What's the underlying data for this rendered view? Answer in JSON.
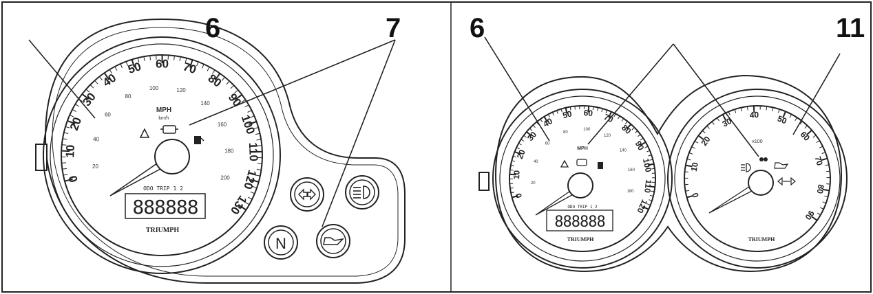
{
  "callouts": {
    "left_6": "6",
    "left_7": "7",
    "right_6": "6",
    "right_11": "11"
  },
  "speedo_single": {
    "outer_scale": [
      "0",
      "10",
      "20",
      "30",
      "40",
      "50",
      "60",
      "70",
      "80",
      "90",
      "100",
      "110",
      "120",
      "130"
    ],
    "inner_scale": [
      "20",
      "40",
      "60",
      "80",
      "100",
      "120",
      "140",
      "160",
      "180",
      "200"
    ],
    "unit": "MPH",
    "unit_sub": "km/h",
    "lcd_top": "ODO TRIP 1 2",
    "lcd_digits": "888888",
    "brand": "TRIUMPH"
  },
  "speedo_twin": {
    "outer_scale": [
      "0",
      "10",
      "20",
      "30",
      "40",
      "50",
      "60",
      "70",
      "80",
      "90",
      "100",
      "110",
      "120"
    ],
    "inner_scale": [
      "20",
      "40",
      "60",
      "80",
      "100",
      "120",
      "140",
      "160",
      "180"
    ],
    "unit": "MPH",
    "lcd_top": "ODO TRIP 1 2",
    "lcd_digits": "888888",
    "brand": "TRIUMPH"
  },
  "tacho_twin": {
    "scale": [
      "0",
      "10",
      "20",
      "30",
      "40",
      "50",
      "60",
      "70",
      "80",
      "90"
    ],
    "unit": "x100",
    "brand": "TRIUMPH"
  },
  "indicators": {
    "neutral": "N"
  }
}
